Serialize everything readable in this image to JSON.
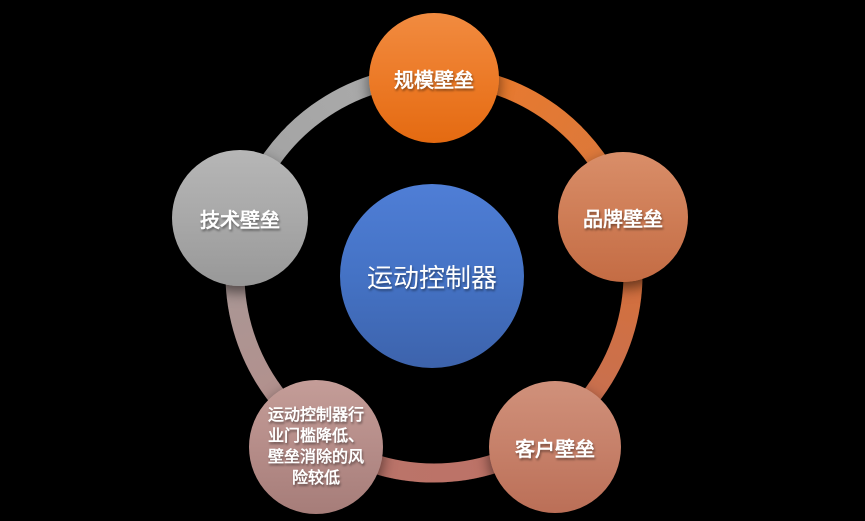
{
  "background_color": "#000000",
  "diagram": {
    "type": "cycle-diagram",
    "center": {
      "label": "运动控制器",
      "color": "#4472C4"
    },
    "nodes": [
      {
        "id": "scale-barrier",
        "position": "top",
        "label": "规模壁垒",
        "color": "#ED7D31"
      },
      {
        "id": "brand-barrier",
        "position": "right",
        "label": "品牌壁垒",
        "color": "#CE7C55"
      },
      {
        "id": "customer-barrier",
        "position": "bottom-right",
        "label": "客户壁垒",
        "color": "#C68069"
      },
      {
        "id": "risk-note",
        "position": "bottom-left",
        "label": "运动控制器行业门槛降低、壁垒消除的风险较低",
        "color": "#B58C88"
      },
      {
        "id": "tech-barrier",
        "position": "left",
        "label": "技术壁垒",
        "color": "#A6A6A6"
      }
    ],
    "ring": {
      "segments": [
        {
          "from_node": "scale-barrier",
          "to_node": "brand-barrier",
          "color_from": "#EC7A28",
          "color_to": "#D87840"
        },
        {
          "from_node": "brand-barrier",
          "to_node": "customer-barrier",
          "color_from": "#D96E33",
          "color_to": "#C47058"
        },
        {
          "from_node": "customer-barrier",
          "to_node": "risk-note",
          "color_from": "#BE7264",
          "color_to": "#B9746C"
        },
        {
          "from_node": "risk-note",
          "to_node": "tech-barrier",
          "color_from": "#B68E8A",
          "color_to": "#A59A99"
        },
        {
          "from_node": "tech-barrier",
          "to_node": "scale-barrier",
          "color_from": "#A2A2A2",
          "color_to": "#ACACAC"
        }
      ]
    }
  }
}
